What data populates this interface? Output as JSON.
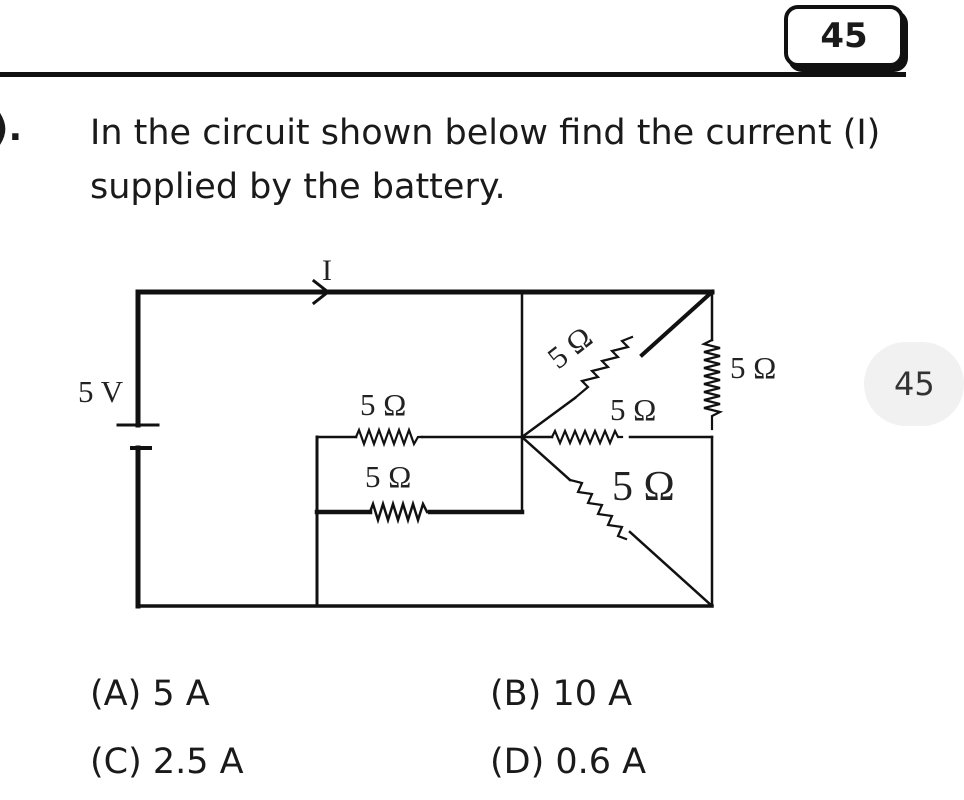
{
  "page": {
    "number": "45",
    "side_badge": "45"
  },
  "question": {
    "number": ").",
    "text": "In the circuit shown below find the current (I) supplied by the battery."
  },
  "circuit": {
    "current_label": "I",
    "battery_label": "5 V",
    "resistor_labels": [
      "5 Ω",
      "5 Ω",
      "5 Ω",
      "5 Ω",
      "5 Ω",
      "5 Ω"
    ]
  },
  "options": {
    "a": "(A) 5 A",
    "b": "(B) 10 A",
    "c": "(C) 2.5 A",
    "d": "(D) 0.6 A"
  }
}
